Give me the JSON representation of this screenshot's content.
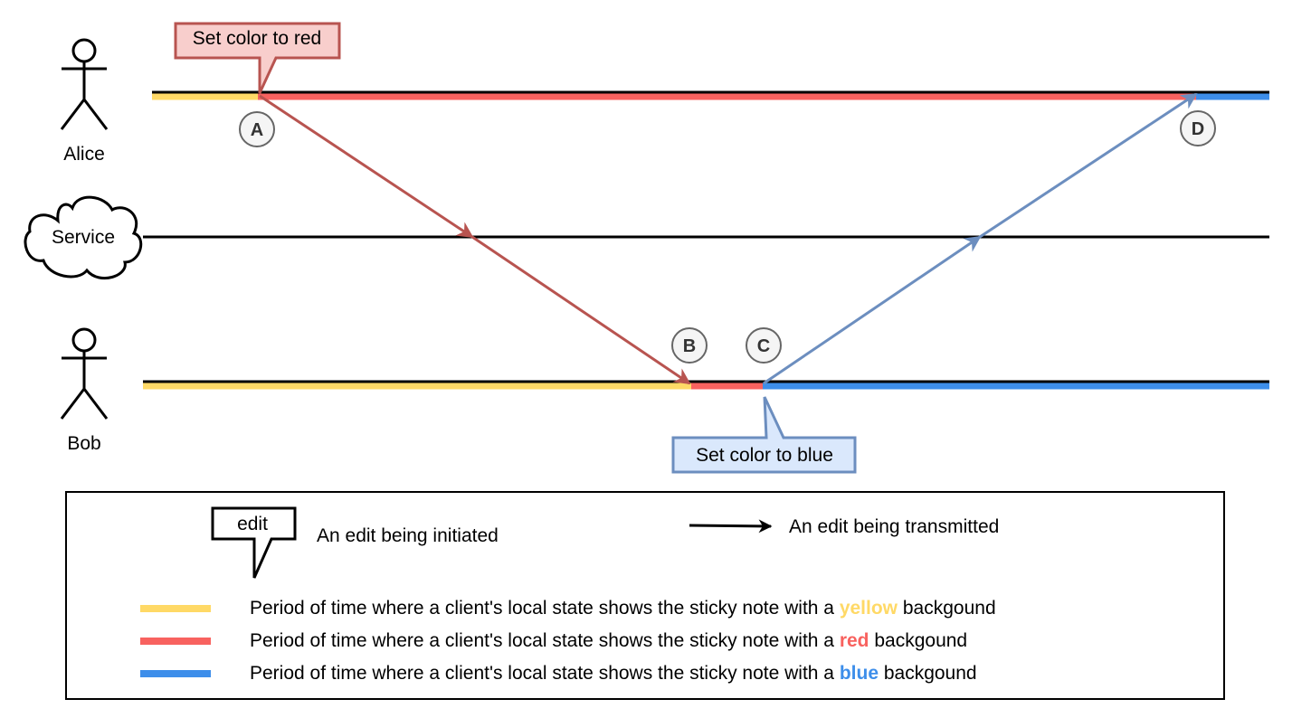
{
  "actors": {
    "alice": "Alice",
    "service": "Service",
    "bob": "Bob"
  },
  "callouts": {
    "red": "Set color to red",
    "blue": "Set color to blue"
  },
  "markers": {
    "a": "A",
    "b": "B",
    "c": "C",
    "d": "D"
  },
  "colors": {
    "yellow": "#FFD966",
    "red": "#F8625F",
    "blue": "#3D8EEA",
    "red_arrow": "#B85450",
    "blue_arrow": "#6C8EBF",
    "red_callout_fill": "#F8CECC",
    "blue_callout_fill": "#DAE8FC",
    "yellow_text": "#FFD966",
    "red_text": "#F8625F",
    "blue_text": "#3D8EEA"
  },
  "legend": {
    "edit_callout_label": "edit",
    "edit_initiated": "An edit being initiated",
    "edit_transmitted": "An edit being transmitted",
    "state_prefix": "Period of time where a client's local state shows the sticky note with a",
    "state_suffix": "backgound",
    "yellow_word": "yellow",
    "red_word": "red",
    "blue_word": "blue"
  }
}
